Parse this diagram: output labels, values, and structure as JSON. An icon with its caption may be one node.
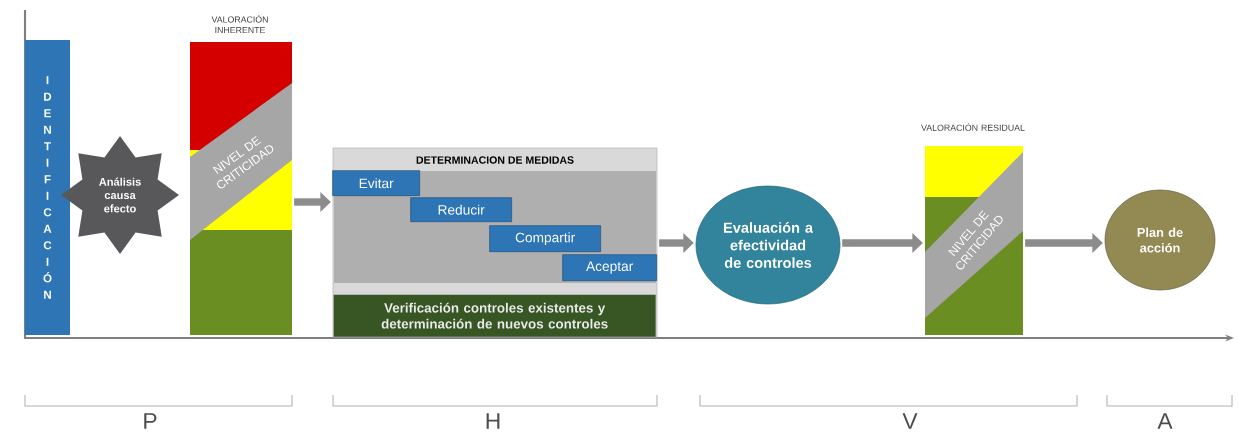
{
  "diagram": {
    "nodes": [
      {
        "text": [
          "IDENTIFICACIÓN"
        ]
      },
      {
        "text": [
          "Análisis causa efecto"
        ]
      },
      {
        "text": [
          "VALORACIÓN INHERENTE",
          "NIVEL DE CRITICIDAD"
        ]
      },
      {
        "text": [
          "DETERMINACION DE MEDIDAS"
        ]
      },
      {
        "text": [
          "Evitar"
        ],
        "in": 3
      },
      {
        "text": [
          "Reducir"
        ],
        "in": 3
      },
      {
        "text": [
          "Compartir"
        ],
        "in": 3
      },
      {
        "text": [
          "Aceptar"
        ],
        "in": 3
      },
      {
        "text": [
          "Verificación controles existentes y determinación de nuevos controles"
        ],
        "in": 3
      },
      {
        "text": [
          "Evaluación a efectividad de controles"
        ]
      },
      {
        "text": [
          "VALORACIÓN RESIDUAL",
          "NIVEL DE CRITICIDAD"
        ]
      },
      {
        "text": [
          "Plan de acción"
        ]
      }
    ],
    "edges": [
      {
        "from": 2,
        "to": 3,
        "arrow": "to"
      },
      {
        "from": 3,
        "to": 9,
        "arrow": "to"
      },
      {
        "from": 9,
        "to": 10,
        "arrow": "to"
      },
      {
        "from": 10,
        "to": 11,
        "arrow": "to"
      }
    ],
    "labels": [
      "P",
      "H",
      "V",
      "A"
    ]
  }
}
